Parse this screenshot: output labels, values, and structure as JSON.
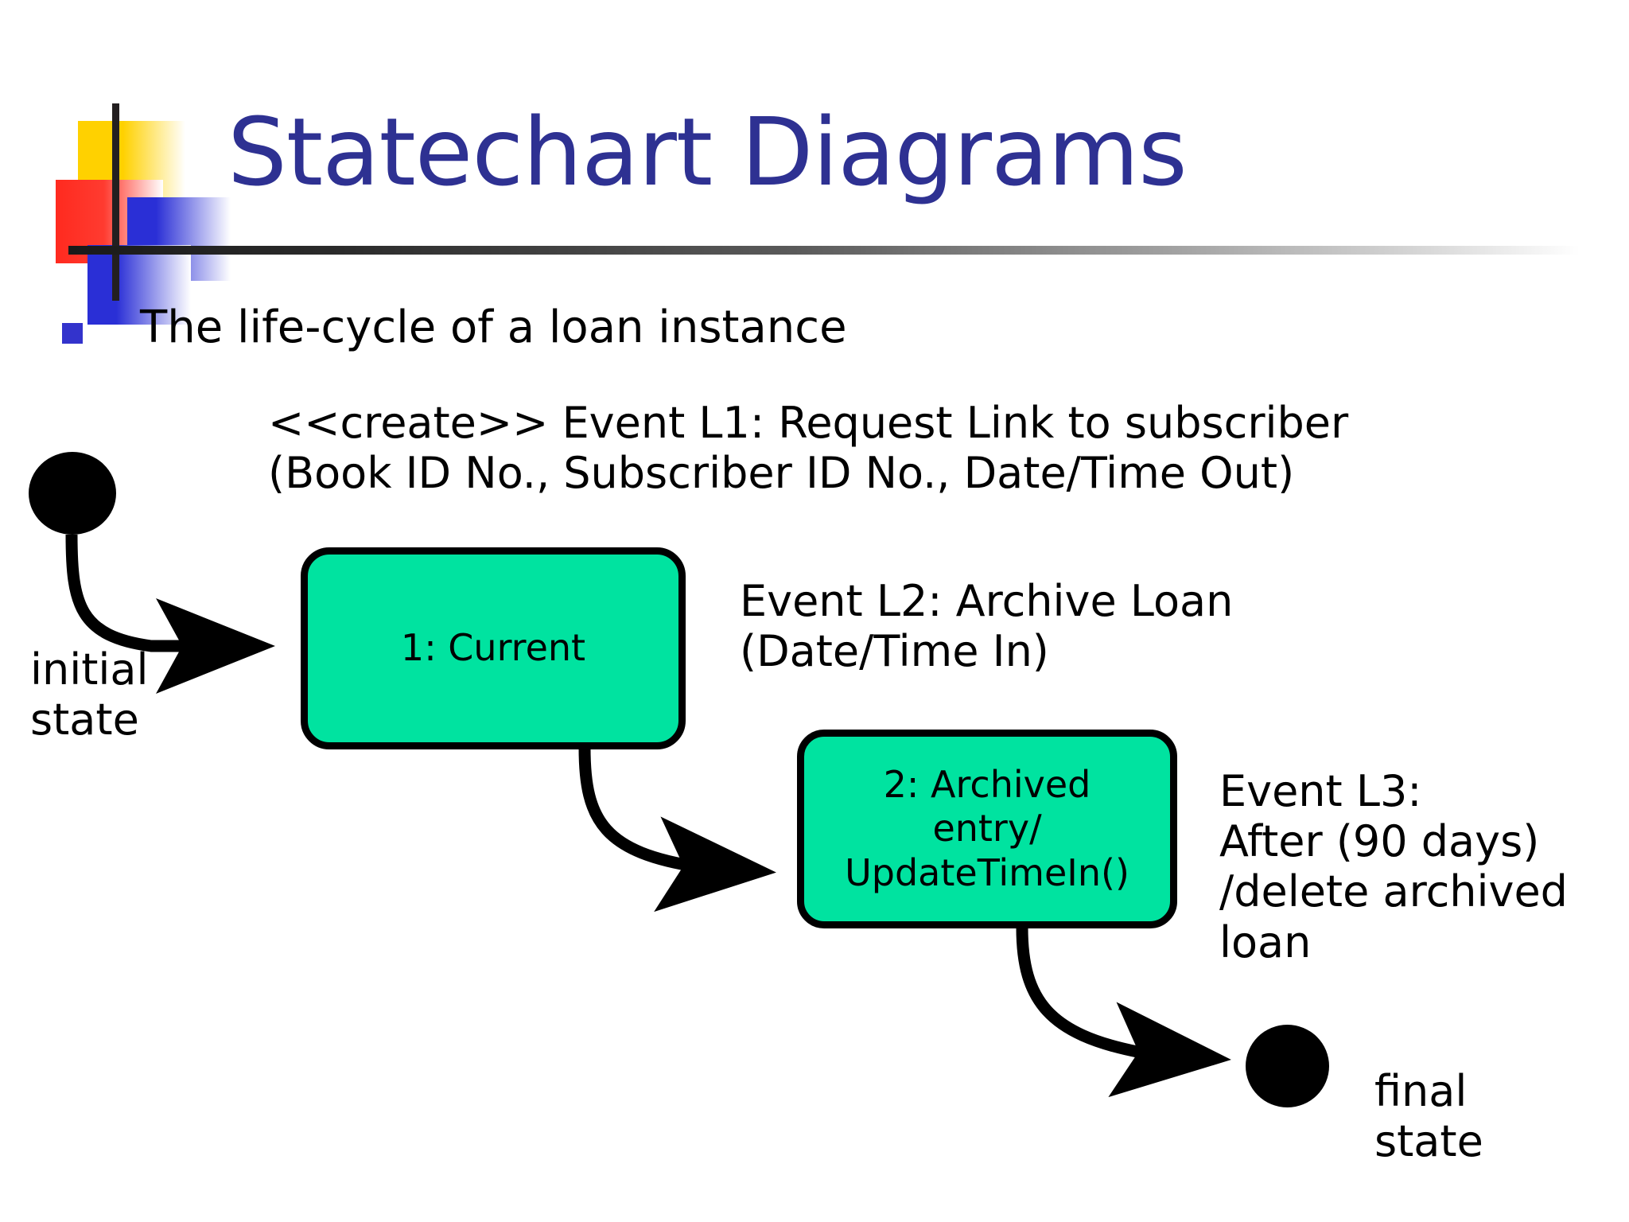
{
  "slide": {
    "title": "Statechart Diagrams",
    "title_color": "#2E3192",
    "background": "#FFFFFF",
    "bullet": {
      "marker_color": "#3333CC",
      "text": "The life-cycle of a loan instance"
    }
  },
  "diagram": {
    "type": "uml-statechart",
    "state_fill_color": "#00E3A0",
    "state_border_color": "#000000",
    "nodes": [
      {
        "id": "initial",
        "kind": "initial-pseudostate",
        "label": "initial\nstate"
      },
      {
        "id": "s1",
        "kind": "state",
        "label": "1: Current"
      },
      {
        "id": "s2",
        "kind": "state",
        "label": "2: Archived\nentry/\nUpdateTimeIn()"
      },
      {
        "id": "final",
        "kind": "final-state",
        "label": "final\nstate"
      }
    ],
    "transitions": [
      {
        "id": "t1",
        "from": "initial",
        "to": "s1",
        "label": "<<create>> Event L1: Request Link to subscriber\n(Book ID No., Subscriber ID No., Date/Time Out)"
      },
      {
        "id": "t2",
        "from": "s1",
        "to": "s2",
        "label": "Event L2: Archive Loan\n(Date/Time In)"
      },
      {
        "id": "t3",
        "from": "s2",
        "to": "final",
        "label": "Event L3:\nAfter (90 days)\n/delete archived\nloan"
      }
    ]
  }
}
